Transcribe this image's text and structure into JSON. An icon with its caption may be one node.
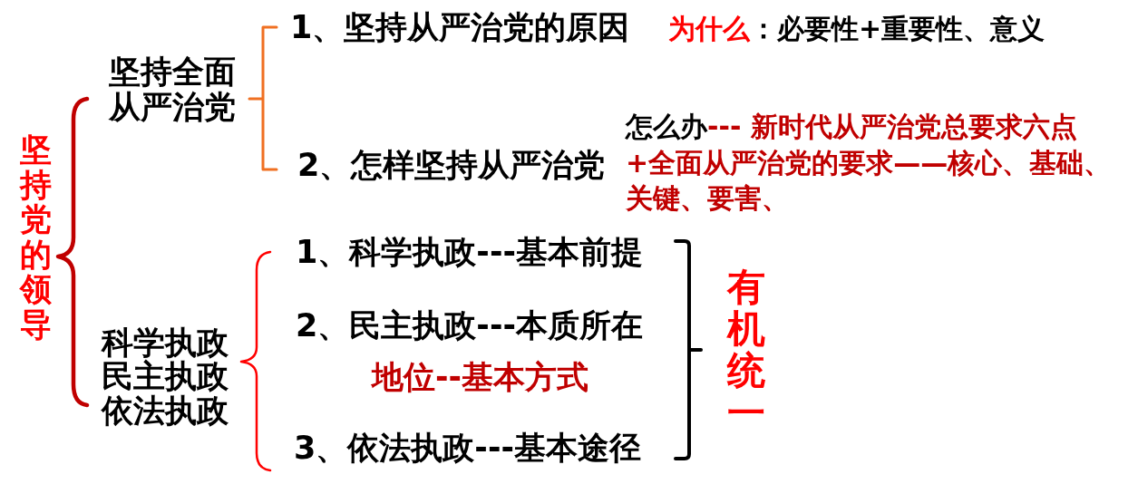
{
  "diagram": {
    "labels": [
      "坚持党的领导",
      "坚持全面从严治党",
      "1、坚持从严治党的原因",
      "为什么",
      "：必要性+重要性、意义",
      "2、怎样坚持从严治党",
      "怎么办",
      "--- 新时代从严治党总要求六点",
      "+全面从严治党的要求——核心、基础、关键、要害、",
      "1、科学执政---基本前提",
      "2、民主执政---本质所在",
      "地位--基本方式",
      "3、依法执政---基本途径",
      "科学执政民主执政依法执政",
      "有机统一"
    ]
  }
}
